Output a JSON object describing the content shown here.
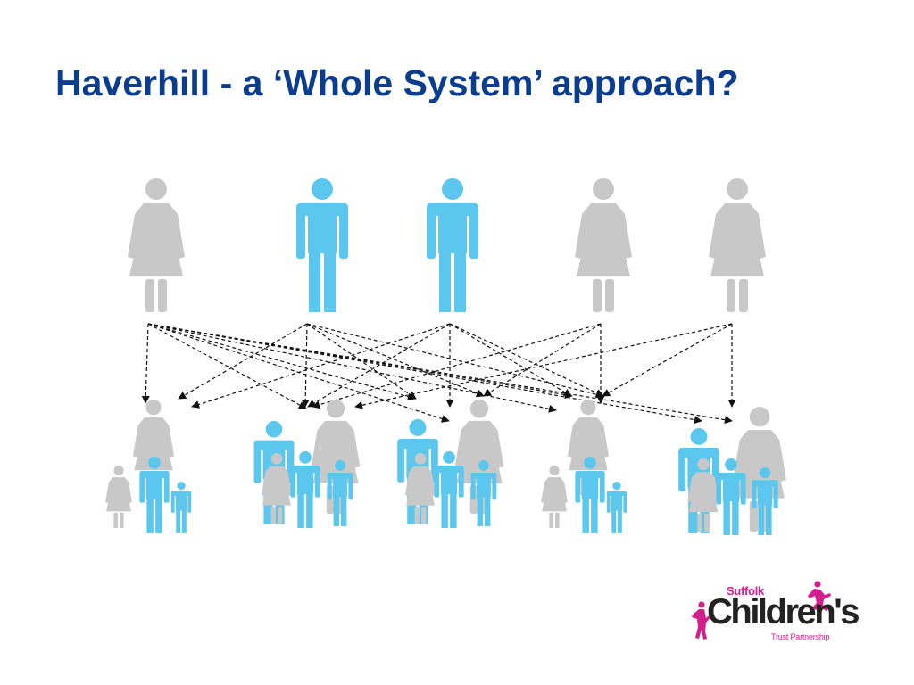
{
  "slide": {
    "title": "Haverhill - a ‘Whole System’ approach?"
  },
  "logo": {
    "top_text": "Suffolk",
    "main_text": "Children's",
    "sub_text": "Trust Partnership",
    "brand_color": "#d21f8c"
  },
  "diagram": {
    "colors": {
      "female_figure": "#c8c8c8",
      "male_figure": "#5bc7ee",
      "arrow": "#111111"
    },
    "top_people": [
      {
        "name": "female-figure",
        "gender": "female"
      },
      {
        "name": "male-figure",
        "gender": "male"
      },
      {
        "name": "male-figure",
        "gender": "male"
      },
      {
        "name": "female-figure",
        "gender": "female"
      },
      {
        "name": "female-figure",
        "gender": "female"
      }
    ],
    "family_groups": [
      {
        "name": "family-group-1",
        "members": [
          "woman",
          "girl",
          "boy",
          "small-boy"
        ]
      },
      {
        "name": "family-group-2",
        "members": [
          "man",
          "woman",
          "girl",
          "boy",
          "small-boy"
        ]
      },
      {
        "name": "family-group-3",
        "members": [
          "man",
          "woman",
          "girl",
          "boy",
          "small-boy"
        ]
      },
      {
        "name": "family-group-4",
        "members": [
          "woman",
          "girl",
          "boy",
          "small-boy"
        ]
      },
      {
        "name": "family-group-5",
        "members": [
          "man",
          "woman",
          "girl",
          "boy",
          "small-boy"
        ]
      }
    ]
  }
}
